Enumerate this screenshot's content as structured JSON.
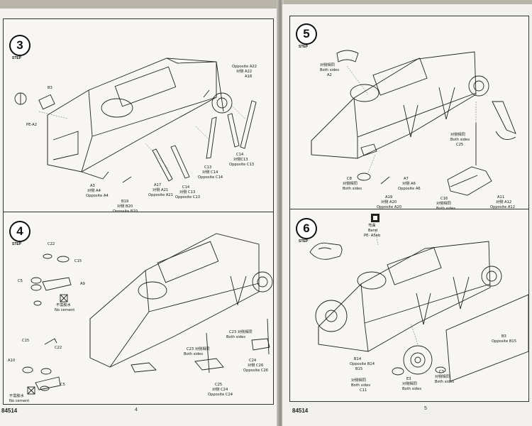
{
  "left_page": {
    "folio": "84514",
    "page_number": "4",
    "steps": [
      {
        "number": "3",
        "step_label": "STEP",
        "labels": {
          "b3": "B3",
          "pea2": "PE-A2",
          "a3": "A3",
          "a4_cn": "对侧 A4",
          "a4_en": "Opposite A4",
          "b19": "B19",
          "b20_cn": "对侧 B20",
          "b20_en": "Opposite B20",
          "a17": "A17",
          "a21_cn": "对侧 A21",
          "a21_en": "Opposite A21",
          "c14": "C14",
          "c13_cn": "对侧 C13",
          "c13_en": "Opposite C13",
          "c13": "C13",
          "c14_cn": "对侧 C14",
          "c14_en": "Opposite C14",
          "c14b": "C14",
          "c13b_cn": "对侧C13",
          "c13b_en": "Opposite C13",
          "a22_en": "Opposite A22",
          "a22_cn": "对侧 A22",
          "a18": "A18"
        }
      },
      {
        "number": "4",
        "step_label": "STEP",
        "labels": {
          "c22": "C22",
          "c15": "C15",
          "c5": "C5",
          "a9": "A9",
          "nocem_cn": "不需胶水",
          "nocem_en": "No cement",
          "c15b": "C15",
          "c22b": "C22",
          "a10": "A10",
          "c5b": "C5",
          "nocem2_cn": "不需胶水",
          "nocem2_en": "No cement",
          "c23_cn": "C23 对侧相同",
          "c23_en": "Both sides",
          "c23b_cn": "C23 对侧相同",
          "c23b_en": "Both sides",
          "c25": "C25",
          "c24_cn": "对侧 C24",
          "c24_en": "Opposite C24",
          "c24": "C24",
          "c26_cn": "对侧 C26",
          "c26_en": "Opposite C26"
        }
      }
    ]
  },
  "right_page": {
    "folio": "84514",
    "page_number": "5",
    "steps": [
      {
        "number": "5",
        "step_label": "STEP",
        "labels": {
          "a2_cn": "对侧相同",
          "a2_en": "Both sides",
          "a2": "A2",
          "c8": "C8",
          "c8_cn": "对侧相同",
          "c8_en": "Both sides",
          "a7": "A7",
          "a6_cn": "对侧 A6",
          "a6_en": "Opposite A6",
          "a19": "A19",
          "a20_cn": "对侧 A20",
          "a20_en": "Opposite A20",
          "c25_cn": "对侧相同",
          "c25_en": "Both sides",
          "c25": "C25",
          "c16": "C16",
          "c16_cn": "对侧相同",
          "c16_en": "Both sides",
          "a11": "A11",
          "a12_cn": "对侧 A12",
          "a12_en": "Opposite A12"
        }
      },
      {
        "number": "6",
        "step_label": "STEP",
        "labels": {
          "bend_cn": "弯曲",
          "bend_en": "Bend",
          "pea5b": "PE- A5eb",
          "b3": "B3",
          "b15_en": "Opposite B15",
          "b14": "B14",
          "b14_en": "Opposite B14",
          "b15": "B15",
          "e_cn": "对侧相同",
          "e_en": "Both sides",
          "c11": "C11",
          "e3": "E3",
          "e3_cn": "对侧相同",
          "e3_en": "Both sides",
          "c3": "C3",
          "c3_cn": "对侧相同",
          "c3_en": "Both sides"
        }
      }
    ]
  },
  "colors": {
    "paper": "#f3f2ee",
    "ink": "#222222",
    "background": "#b9b4aa"
  }
}
